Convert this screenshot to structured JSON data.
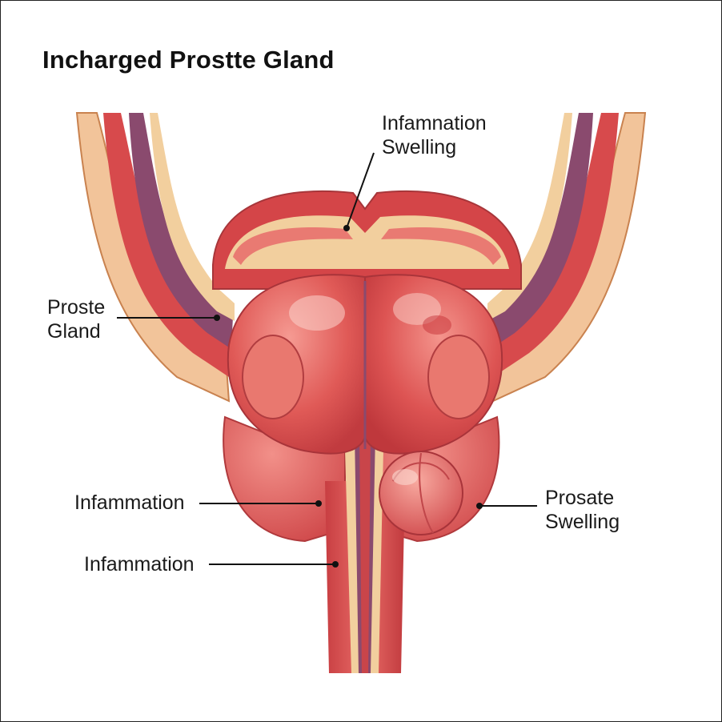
{
  "title": "Incharged Prostte Gland",
  "labels": {
    "top_swelling": {
      "line1": "Infamnation",
      "line2": "Swelling"
    },
    "prostate_gland": {
      "line1": "Proste",
      "line2": "Gland"
    },
    "inflammation_1": "Infammation",
    "inflammation_2": "Infammation",
    "prostate_swelling": {
      "line1": "Prosate",
      "line2": "Swelling"
    }
  },
  "colors": {
    "tissue_red": "#d9474a",
    "tissue_light": "#f08a84",
    "fat_layer": "#f2cf9e",
    "vessel_purple": "#8a4a6e",
    "outline": "#b0393c"
  }
}
